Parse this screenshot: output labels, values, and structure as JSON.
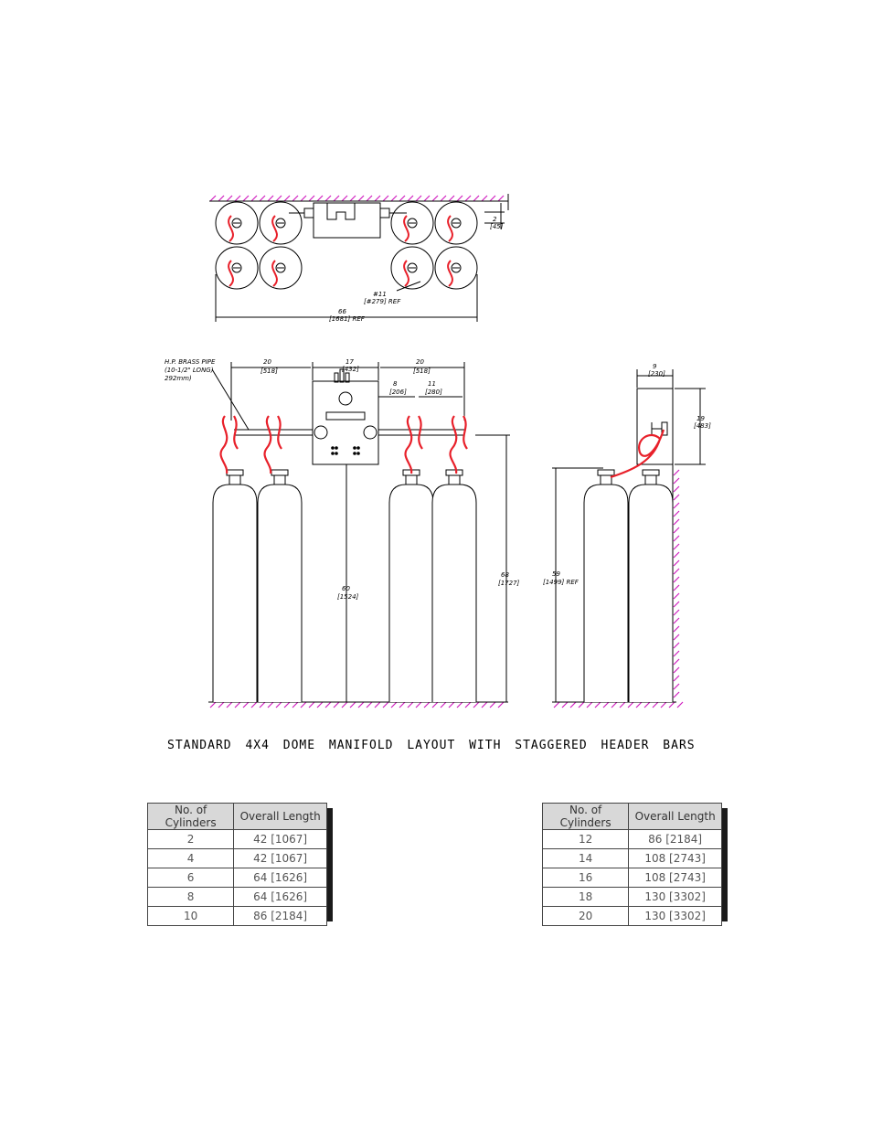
{
  "diagram": {
    "caption": "STANDARD 4X4 DOME MANIFOLD LAYOUT WITH STAGGERED HEADER BARS",
    "top_view": {
      "dim_wall": "2",
      "dim_wall_mm": "[45]",
      "dim_pigtail": "#11",
      "dim_pigtail_mm": "[#279] REF",
      "dim_overall": "66",
      "dim_overall_mm": "[1681] REF"
    },
    "front_view": {
      "pipe_note_line1": "H.P. BRASS PIPE",
      "pipe_note_line2": "(10-1/2\" LONG)",
      "pipe_note_line3": "292mm)",
      "dim_left": "20",
      "dim_left_mm": "[518]",
      "dim_center": "17",
      "dim_center_mm": "[432]",
      "dim_right": "20",
      "dim_right_mm": "[518]",
      "dim_a": "8",
      "dim_a_mm": "[206]",
      "dim_b": "11",
      "dim_b_mm": "[280]",
      "dim_height": "60",
      "dim_height_mm": "[1524]",
      "dim_total": "68",
      "dim_total_mm": "[1727]"
    },
    "side_view": {
      "dim_depth": "9",
      "dim_depth_mm": "[230]",
      "dim_box": "19",
      "dim_box_mm": "[483]",
      "dim_height": "59",
      "dim_height_mm": "[1499] REF"
    }
  },
  "table_left": {
    "headers": [
      "No. of Cylinders",
      "Overall Length"
    ],
    "rows": [
      [
        "2",
        "42 [1067]"
      ],
      [
        "4",
        "42 [1067]"
      ],
      [
        "6",
        "64 [1626]"
      ],
      [
        "8",
        "64 [1626]"
      ],
      [
        "10",
        "86 [2184]"
      ]
    ]
  },
  "table_right": {
    "headers": [
      "No. of Cylinders",
      "Overall Length"
    ],
    "rows": [
      [
        "12",
        "86 [2184]"
      ],
      [
        "14",
        "108 [2743]"
      ],
      [
        "16",
        "108 [2743]"
      ],
      [
        "18",
        "130 [3302]"
      ],
      [
        "20",
        "130 [3302]"
      ]
    ]
  },
  "colors": {
    "line": "#000000",
    "hose": "#e8202a",
    "hatch": "#d020c0"
  }
}
